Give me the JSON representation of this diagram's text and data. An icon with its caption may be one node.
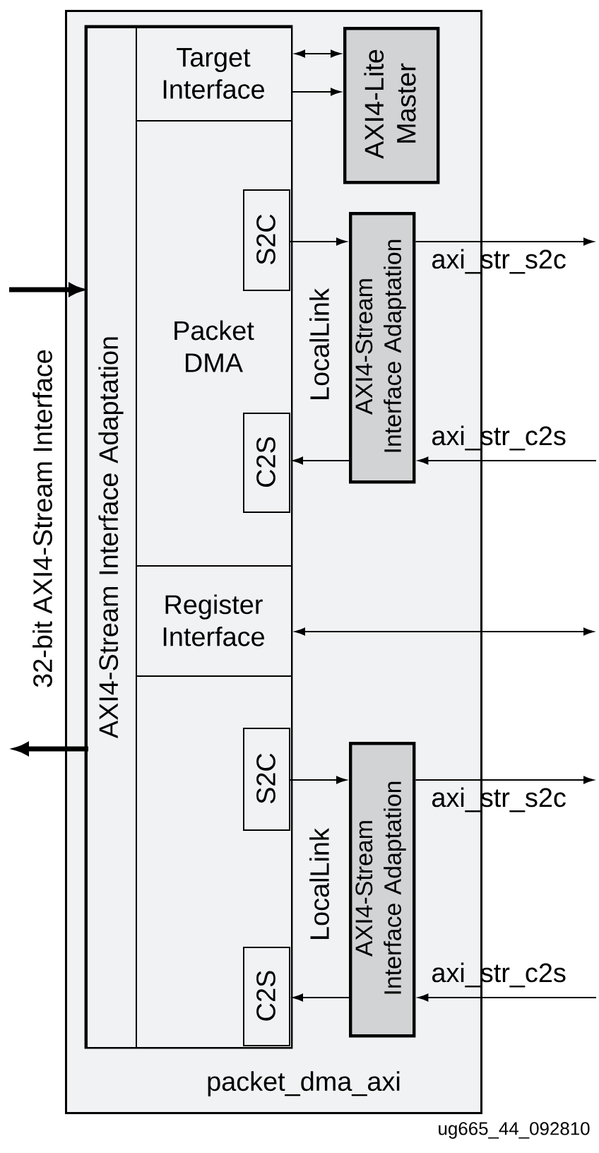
{
  "diagram": {
    "nodes": [
      {
        "text": [
          "packet_dma_axi"
        ]
      },
      {
        "text": [
          "AXI4-Stream Interface Adaptation"
        ],
        "in": 0
      },
      {
        "text": [
          "Target Interface"
        ],
        "in": 0
      },
      {
        "text": [
          "Packet DMA"
        ],
        "in": 0
      },
      {
        "text": [
          "S2C"
        ],
        "in": 3
      },
      {
        "text": [
          "C2S"
        ],
        "in": 3
      },
      {
        "text": [
          "Register Interface"
        ],
        "in": 0
      },
      {
        "text": [],
        "shape": "box",
        "in": 0
      },
      {
        "text": [
          "S2C"
        ],
        "in": 7
      },
      {
        "text": [
          "C2S"
        ],
        "in": 7
      },
      {
        "text": [
          "AXI4-Lite Master"
        ],
        "in": 0
      },
      {
        "text": [
          "AXI4-Stream Interface Adaptation"
        ],
        "in": 0
      },
      {
        "text": [
          "AXI4-Stream Interface Adaptation"
        ],
        "in": 0
      }
    ],
    "edges": [
      {
        "from": null,
        "to": 1,
        "arrow": "to",
        "style": "thick"
      },
      {
        "from": 1,
        "to": null,
        "arrow": "to",
        "style": "thick"
      },
      {
        "from": 2,
        "to": 10,
        "arrow": "both"
      },
      {
        "from": 2,
        "to": 10,
        "arrow": "to"
      },
      {
        "from": 4,
        "to": 11,
        "arrow": "to"
      },
      {
        "from": 11,
        "to": null,
        "arrow": "to",
        "label": "axi_str_s2c"
      },
      {
        "from": null,
        "to": 11,
        "arrow": "to",
        "label": "axi_str_c2s"
      },
      {
        "from": 11,
        "to": 5,
        "arrow": "to"
      },
      {
        "from": 6,
        "to": null,
        "arrow": "both"
      },
      {
        "from": 8,
        "to": 12,
        "arrow": "to"
      },
      {
        "from": 12,
        "to": null,
        "arrow": "to",
        "label": "axi_str_s2c"
      },
      {
        "from": null,
        "to": 12,
        "arrow": "to",
        "label": "axi_str_c2s"
      },
      {
        "from": 12,
        "to": 9,
        "arrow": "to"
      }
    ],
    "labels": [
      "32-bit AXI4-Stream Interface",
      "LocalLink",
      "LocalLink",
      "ug665_44_092810"
    ]
  }
}
